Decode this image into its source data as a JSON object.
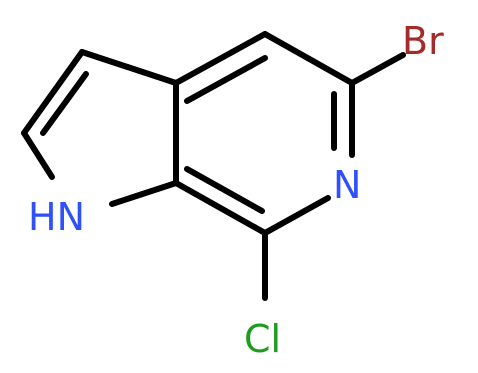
{
  "molecule": {
    "atoms": {
      "br": {
        "text": "Br",
        "color": "#a52a2a"
      },
      "n_pyridine": {
        "text": "N",
        "color": "#3050f8"
      },
      "nh": {
        "text": "HN",
        "color": "#3050f8"
      },
      "cl": {
        "text": "Cl",
        "color": "#1f9c1f"
      }
    },
    "bond_color": "#000000"
  }
}
